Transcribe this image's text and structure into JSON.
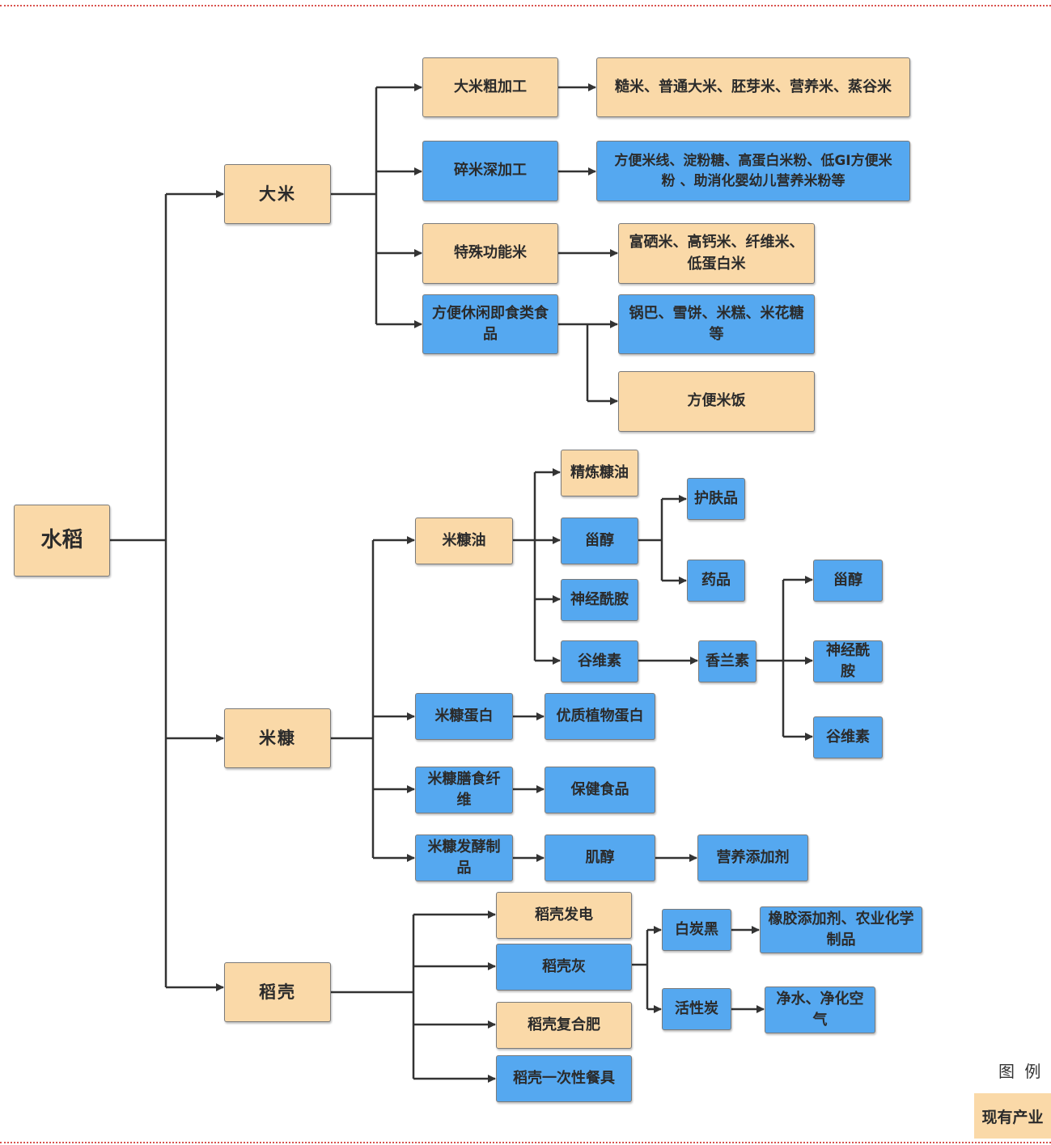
{
  "colors": {
    "existing": "#fad9a8",
    "new": "#55a8f0",
    "line": "#333333"
  },
  "nodes": {
    "shuidao": "水稻",
    "dami": "大米",
    "mikang": "米糠",
    "daoke": "稻壳",
    "dami_cujiagong": "大米粗加工",
    "dami_cujiagong_products": "糙米、普通大米、胚芽米、营养米、蒸谷米",
    "suimi_shenjiagong": "碎米深加工",
    "suimi_products": "方便米线、淀粉糖、高蛋白米粉、低GI方便米粉 、助消化婴幼儿营养米粉等",
    "teshu_gongnengmi": "特殊功能米",
    "teshu_products": "富硒米、高钙米、纤维米、低蛋白米",
    "fangbian_xiuxian": "方便休闲即食类食品",
    "guoba_products": "锅巴、雪饼、米糕、米花糖等",
    "fangbian_mifan": "方便米饭",
    "mikangyou": "米糠油",
    "jinglian_kangyou": "精炼糠油",
    "zaichun_1": "甾醇",
    "shenjing_xian_an_1": "神经酰胺",
    "guweisu_1": "谷维素",
    "hufupin": "护肤品",
    "yaopin": "药品",
    "xianglansu": "香兰素",
    "zaichun_2": "甾醇",
    "shenjing_xian_an_2": "神经酰胺",
    "guweisu_2": "谷维素",
    "mikang_danbai": "米糠蛋白",
    "youzhi_zhiwu_danbai": "优质植物蛋白",
    "mikang_shanshi_xianwei": "米糠膳食纤维",
    "baojian_shipin": "保健食品",
    "mikang_fajiao": "米糠发酵制品",
    "jichun": "肌醇",
    "yingyang_tianjiaji": "营养添加剂",
    "daoke_fadian": "稻壳发电",
    "daoke_hui": "稻壳灰",
    "daoke_fuhefei": "稻壳复合肥",
    "daoke_canju": "稻壳一次性餐具",
    "baitanhei": "白炭黑",
    "xiangjiao_tianjiaji": "橡胶添加剂、农业化学制品",
    "huoxingtan": "活性炭",
    "jingshui": "净水、净化空气"
  },
  "legend": {
    "title": "图 例",
    "existing_label": "现有产业"
  }
}
